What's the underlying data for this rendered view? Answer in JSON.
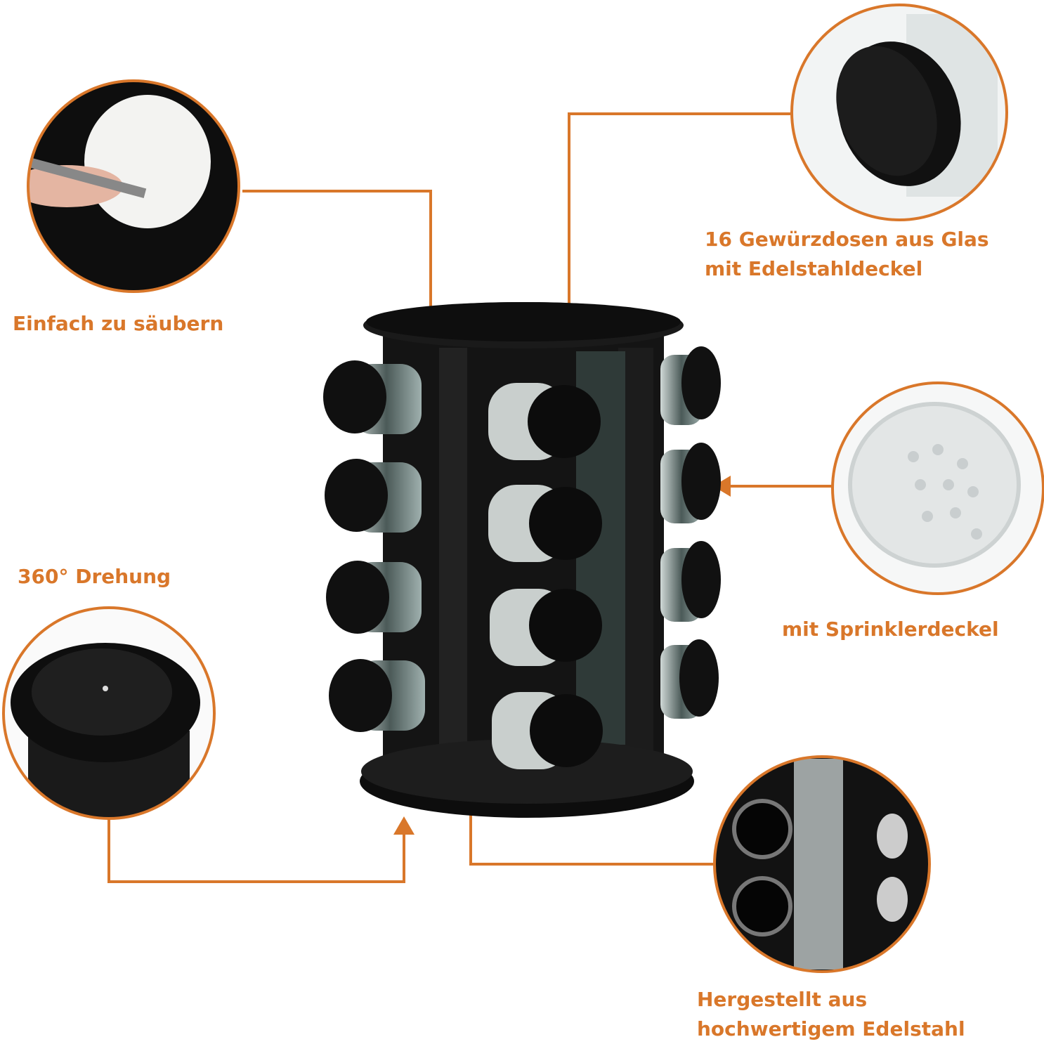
{
  "colors": {
    "accent": "#d9772a",
    "product": "#111111"
  },
  "labels": {
    "clean": "Einfach zu säubern",
    "jars_line1": "16 Gewürzdosen aus Glas",
    "jars_line2": "mit Edelstahldeckel",
    "sprinkler": "mit Sprinklerdeckel",
    "rotation": "360° Drehung",
    "steel_line1": "Hergestellt aus",
    "steel_line2": "hochwertigem Edelstahl"
  }
}
